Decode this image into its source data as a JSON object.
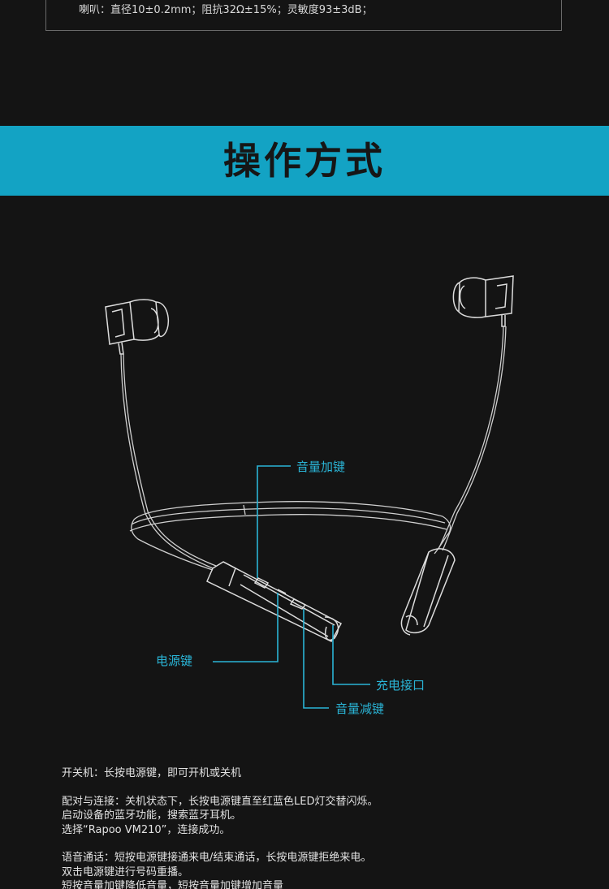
{
  "specs": {
    "line": "喇叭：直径10±0.2mm；阻抗32Ω±15%；灵敏度93±3dB；"
  },
  "section": {
    "title": "操作方式"
  },
  "callouts": {
    "volume_up": "音量加键",
    "power": "电源键",
    "charge_port": "充电接口",
    "volume_down": "音量减键"
  },
  "colors": {
    "accent": "#13a3c4",
    "callout": "#2ab4d6",
    "background": "#141414"
  },
  "instructions": {
    "power_on_off": [
      "开关机：长按电源键，即可开机或关机"
    ],
    "pairing": [
      "配对与连接：关机状态下，长按电源键直至红蓝色LED灯交替闪烁。",
      "启动设备的蓝牙功能，搜索蓝牙耳机。",
      "选择“Rapoo VM210”，连接成功。"
    ],
    "calls": [
      "语音通话：短按电源键接通来电/结束通话，长按电源键拒绝来电。",
      "双击电源键进行号码重播。",
      "短按音量加键降低音量，短按音量加键增加音量"
    ]
  }
}
